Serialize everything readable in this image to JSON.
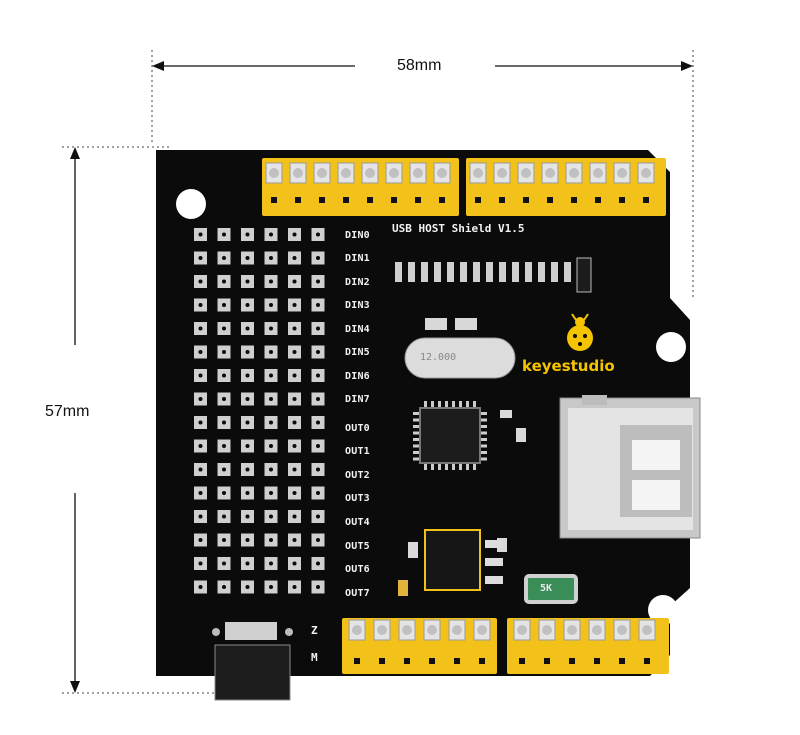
{
  "dimensions": {
    "width_label": "58mm",
    "height_label": "57mm"
  },
  "board": {
    "title": "USB HOST Shield V1.5",
    "brand": "keyestudio",
    "pin_labels": [
      "DIN0",
      "DIN1",
      "DIN2",
      "DIN3",
      "DIN4",
      "DIN5",
      "DIN6",
      "DIN7",
      "OUT0",
      "OUT1",
      "OUT2",
      "OUT3",
      "OUT4",
      "OUT5",
      "OUT6",
      "OUT7"
    ],
    "crystal_label": "12.000",
    "fuse_label": "5K",
    "z_label": "Z",
    "m_label": "M"
  },
  "colors": {
    "pcb": "#0b0b0b",
    "header": "#f2c21a",
    "silk": "#f2f2f2",
    "brand": "#f5c400"
  }
}
